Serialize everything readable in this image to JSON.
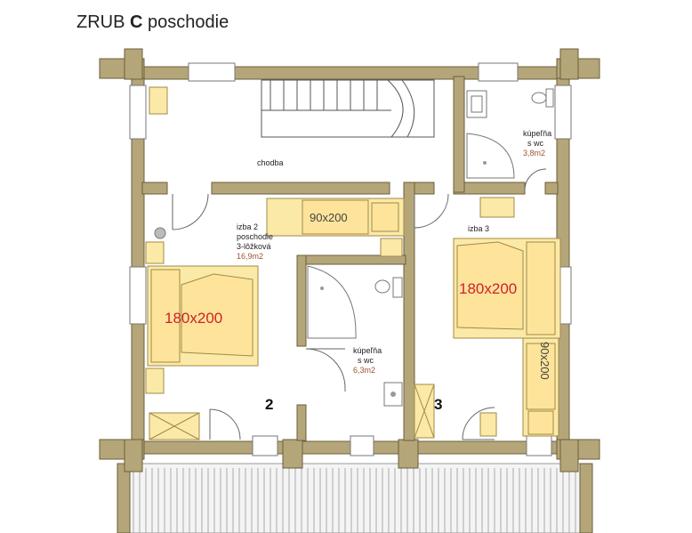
{
  "title": {
    "prefix": "ZRUB ",
    "bold": "C",
    "suffix": " poschodie"
  },
  "rooms": {
    "corridor": {
      "name": "chodba"
    },
    "room2": {
      "name": "izba 2",
      "line2": "poschodie",
      "line3": "3-lôžková",
      "area": "16,9m2",
      "number": "2"
    },
    "room3": {
      "name": "izba 3",
      "number": "3"
    },
    "bath_top": {
      "name": "kúpeľňa",
      "line2": "s wc",
      "area": "3,8m2"
    },
    "bath_mid": {
      "name": "kúpeľňa",
      "line2": "s wc",
      "area": "6,3m2"
    }
  },
  "beds": {
    "single_top": "90x200",
    "double_left": "180x200",
    "double_right": "180x200",
    "single_right": "90x200"
  },
  "colors": {
    "wall": "#b5a67a",
    "wall_stroke": "#6b5e3a",
    "furniture": "#fbe9a8",
    "furniture_stroke": "#a08a45",
    "bed_label": "#d0202a",
    "area_label": "#a0522d"
  }
}
